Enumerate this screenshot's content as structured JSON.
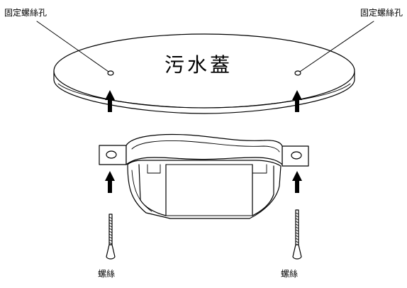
{
  "labels": {
    "fixing_hole_left": "固定螺絲孔",
    "fixing_hole_right": "固定螺絲孔",
    "lid": "污水蓋",
    "screw_left": "螺絲",
    "screw_right": "螺絲"
  },
  "colors": {
    "line": "#000000",
    "background": "#ffffff"
  }
}
